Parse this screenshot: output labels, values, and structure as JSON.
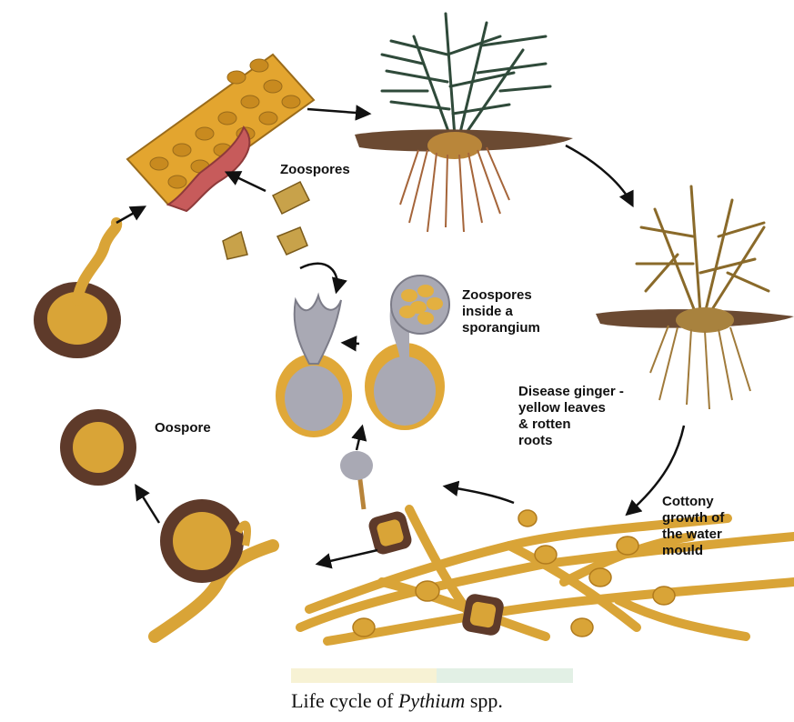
{
  "labels": {
    "zoospores": "Zoospores",
    "zoospores_sporangium": [
      "Zoospores",
      "inside a",
      "sporangium"
    ],
    "disease_ginger": [
      "Disease ginger -",
      "yellow leaves",
      "& rotten",
      "roots"
    ],
    "cottony_growth": [
      "Cottony",
      "growth of",
      "the water",
      "mould"
    ],
    "oospore": "Oospore"
  },
  "caption": {
    "prefix": "Life cycle of ",
    "genus": "Pythium",
    "suffix": " spp."
  },
  "colors": {
    "hypha": "#d9a437",
    "hypha_dark": "#b07a1d",
    "oospore_wall": "#5e3a2a",
    "sporangium_grey": "#a9a9b4",
    "leaf_green": "#2f4a3a",
    "leaf_dry": "#8a6a2a",
    "soil": "#6b4a32",
    "host_cells": "#e3a52f",
    "lesion": "#c75b5b",
    "arrow": "#111111"
  }
}
